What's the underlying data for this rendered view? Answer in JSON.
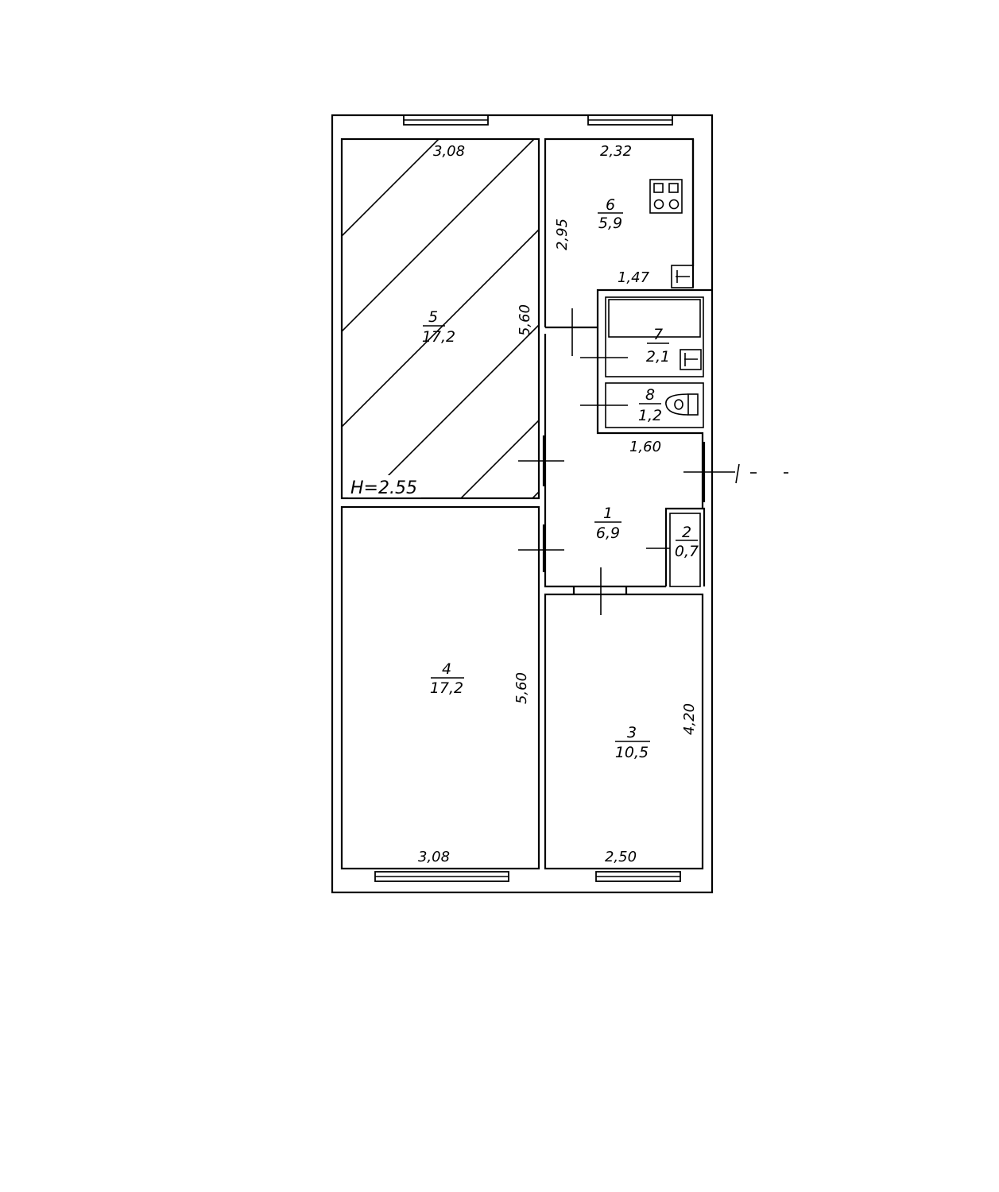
{
  "rooms": [
    {
      "number": "1",
      "area": "6,9"
    },
    {
      "number": "2",
      "area": "0,7"
    },
    {
      "number": "3",
      "area": "10,5"
    },
    {
      "number": "4",
      "area": "17,2"
    },
    {
      "number": "5",
      "area": "17,2"
    },
    {
      "number": "6",
      "area": "5,9"
    },
    {
      "number": "7",
      "area": "2,1"
    },
    {
      "number": "8",
      "area": "1,2"
    }
  ],
  "dimensions": {
    "room5_width": "3,08",
    "room5_length": "5,60",
    "room6_width": "2,32",
    "room6_length": "2,95",
    "room6_bottom": "1,47",
    "corridor_width": "1,60",
    "room4_length": "5,60",
    "room4_width": "3,08",
    "room3_length": "4,20",
    "room3_width": "2,50"
  },
  "ceiling_height": "H=2.55",
  "colors": {
    "line": "#000000",
    "background": "#ffffff"
  }
}
